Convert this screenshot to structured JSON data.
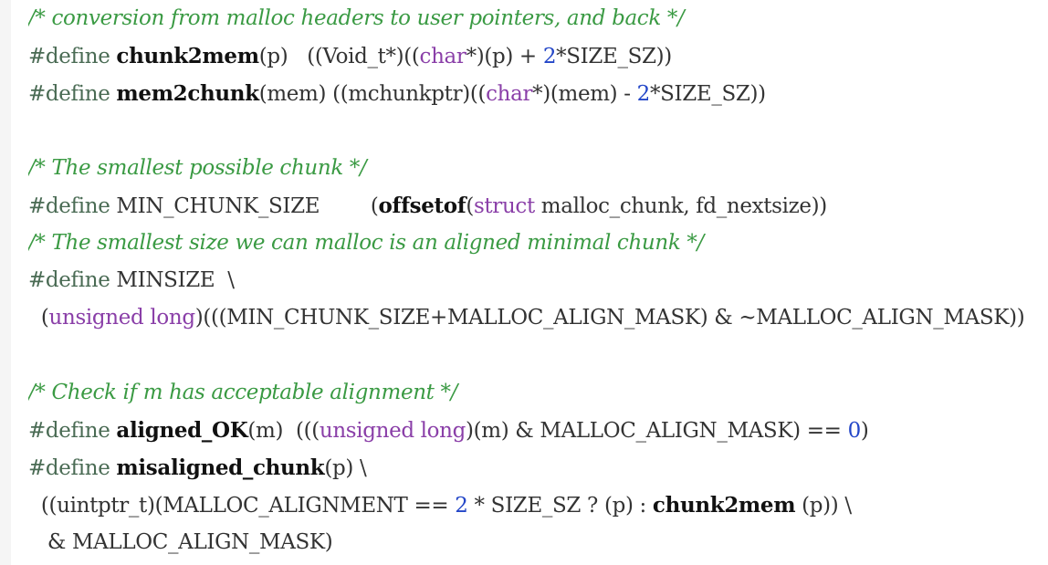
{
  "editor": {
    "colors": {
      "comment": "#3a9a43",
      "directive": "#4a6b54",
      "name": "#111111",
      "keyword": "#8a3fa8",
      "number": "#2346c8",
      "plain": "#333333",
      "gutter": "#f5f5f5",
      "background": "#ffffff"
    },
    "lines": [
      {
        "tokens": [
          {
            "t": "comment",
            "v": "/* conversion from malloc headers to user pointers, and back */"
          }
        ]
      },
      {
        "tokens": [
          {
            "t": "directive",
            "v": "#define"
          },
          {
            "t": "plain",
            "v": " "
          },
          {
            "t": "name",
            "v": "chunk2mem"
          },
          {
            "t": "plain",
            "v": "(p)   ((Void_t*)(("
          },
          {
            "t": "keyword",
            "v": "char"
          },
          {
            "t": "plain",
            "v": "*)(p) + "
          },
          {
            "t": "number",
            "v": "2"
          },
          {
            "t": "plain",
            "v": "*SIZE_SZ))"
          }
        ]
      },
      {
        "tokens": [
          {
            "t": "directive",
            "v": "#define"
          },
          {
            "t": "plain",
            "v": " "
          },
          {
            "t": "name",
            "v": "mem2chunk"
          },
          {
            "t": "plain",
            "v": "(mem) ((mchunkptr)(("
          },
          {
            "t": "keyword",
            "v": "char"
          },
          {
            "t": "plain",
            "v": "*)(mem) - "
          },
          {
            "t": "number",
            "v": "2"
          },
          {
            "t": "plain",
            "v": "*SIZE_SZ))"
          }
        ]
      },
      {
        "tokens": []
      },
      {
        "tokens": [
          {
            "t": "comment",
            "v": "/* The smallest possible chunk */"
          }
        ]
      },
      {
        "tokens": [
          {
            "t": "directive",
            "v": "#define"
          },
          {
            "t": "plain",
            "v": " MIN_CHUNK_SIZE        ("
          },
          {
            "t": "name",
            "v": "offsetof"
          },
          {
            "t": "plain",
            "v": "("
          },
          {
            "t": "keyword",
            "v": "struct"
          },
          {
            "t": "plain",
            "v": " malloc_chunk, fd_nextsize))"
          }
        ]
      },
      {
        "tokens": [
          {
            "t": "comment",
            "v": "/* The smallest size we can malloc is an aligned minimal chunk */"
          }
        ]
      },
      {
        "tokens": [
          {
            "t": "directive",
            "v": "#define"
          },
          {
            "t": "plain",
            "v": " MINSIZE  \\"
          }
        ]
      },
      {
        "tokens": [
          {
            "t": "plain",
            "v": "  ("
          },
          {
            "t": "keyword",
            "v": "unsigned long"
          },
          {
            "t": "plain",
            "v": ")(((MIN_CHUNK_SIZE+MALLOC_ALIGN_MASK) & ~MALLOC_ALIGN_MASK))"
          }
        ]
      },
      {
        "tokens": []
      },
      {
        "tokens": [
          {
            "t": "comment",
            "v": "/* Check if m has acceptable alignment */"
          }
        ]
      },
      {
        "tokens": [
          {
            "t": "directive",
            "v": "#define"
          },
          {
            "t": "plain",
            "v": " "
          },
          {
            "t": "name",
            "v": "aligned_OK"
          },
          {
            "t": "plain",
            "v": "(m)  ((("
          },
          {
            "t": "keyword",
            "v": "unsigned long"
          },
          {
            "t": "plain",
            "v": ")(m) & MALLOC_ALIGN_MASK) == "
          },
          {
            "t": "number",
            "v": "0"
          },
          {
            "t": "plain",
            "v": ")"
          }
        ]
      },
      {
        "tokens": [
          {
            "t": "directive",
            "v": "#define"
          },
          {
            "t": "plain",
            "v": " "
          },
          {
            "t": "name",
            "v": "misaligned_chunk"
          },
          {
            "t": "plain",
            "v": "(p) \\"
          }
        ]
      },
      {
        "tokens": [
          {
            "t": "plain",
            "v": "  ((uintptr_t)(MALLOC_ALIGNMENT == "
          },
          {
            "t": "number",
            "v": "2"
          },
          {
            "t": "plain",
            "v": " * SIZE_SZ ? (p) : "
          },
          {
            "t": "name",
            "v": "chunk2mem"
          },
          {
            "t": "plain",
            "v": " (p)) \\"
          }
        ]
      },
      {
        "tokens": [
          {
            "t": "plain",
            "v": "   & MALLOC_ALIGN_MASK)"
          }
        ]
      }
    ]
  }
}
